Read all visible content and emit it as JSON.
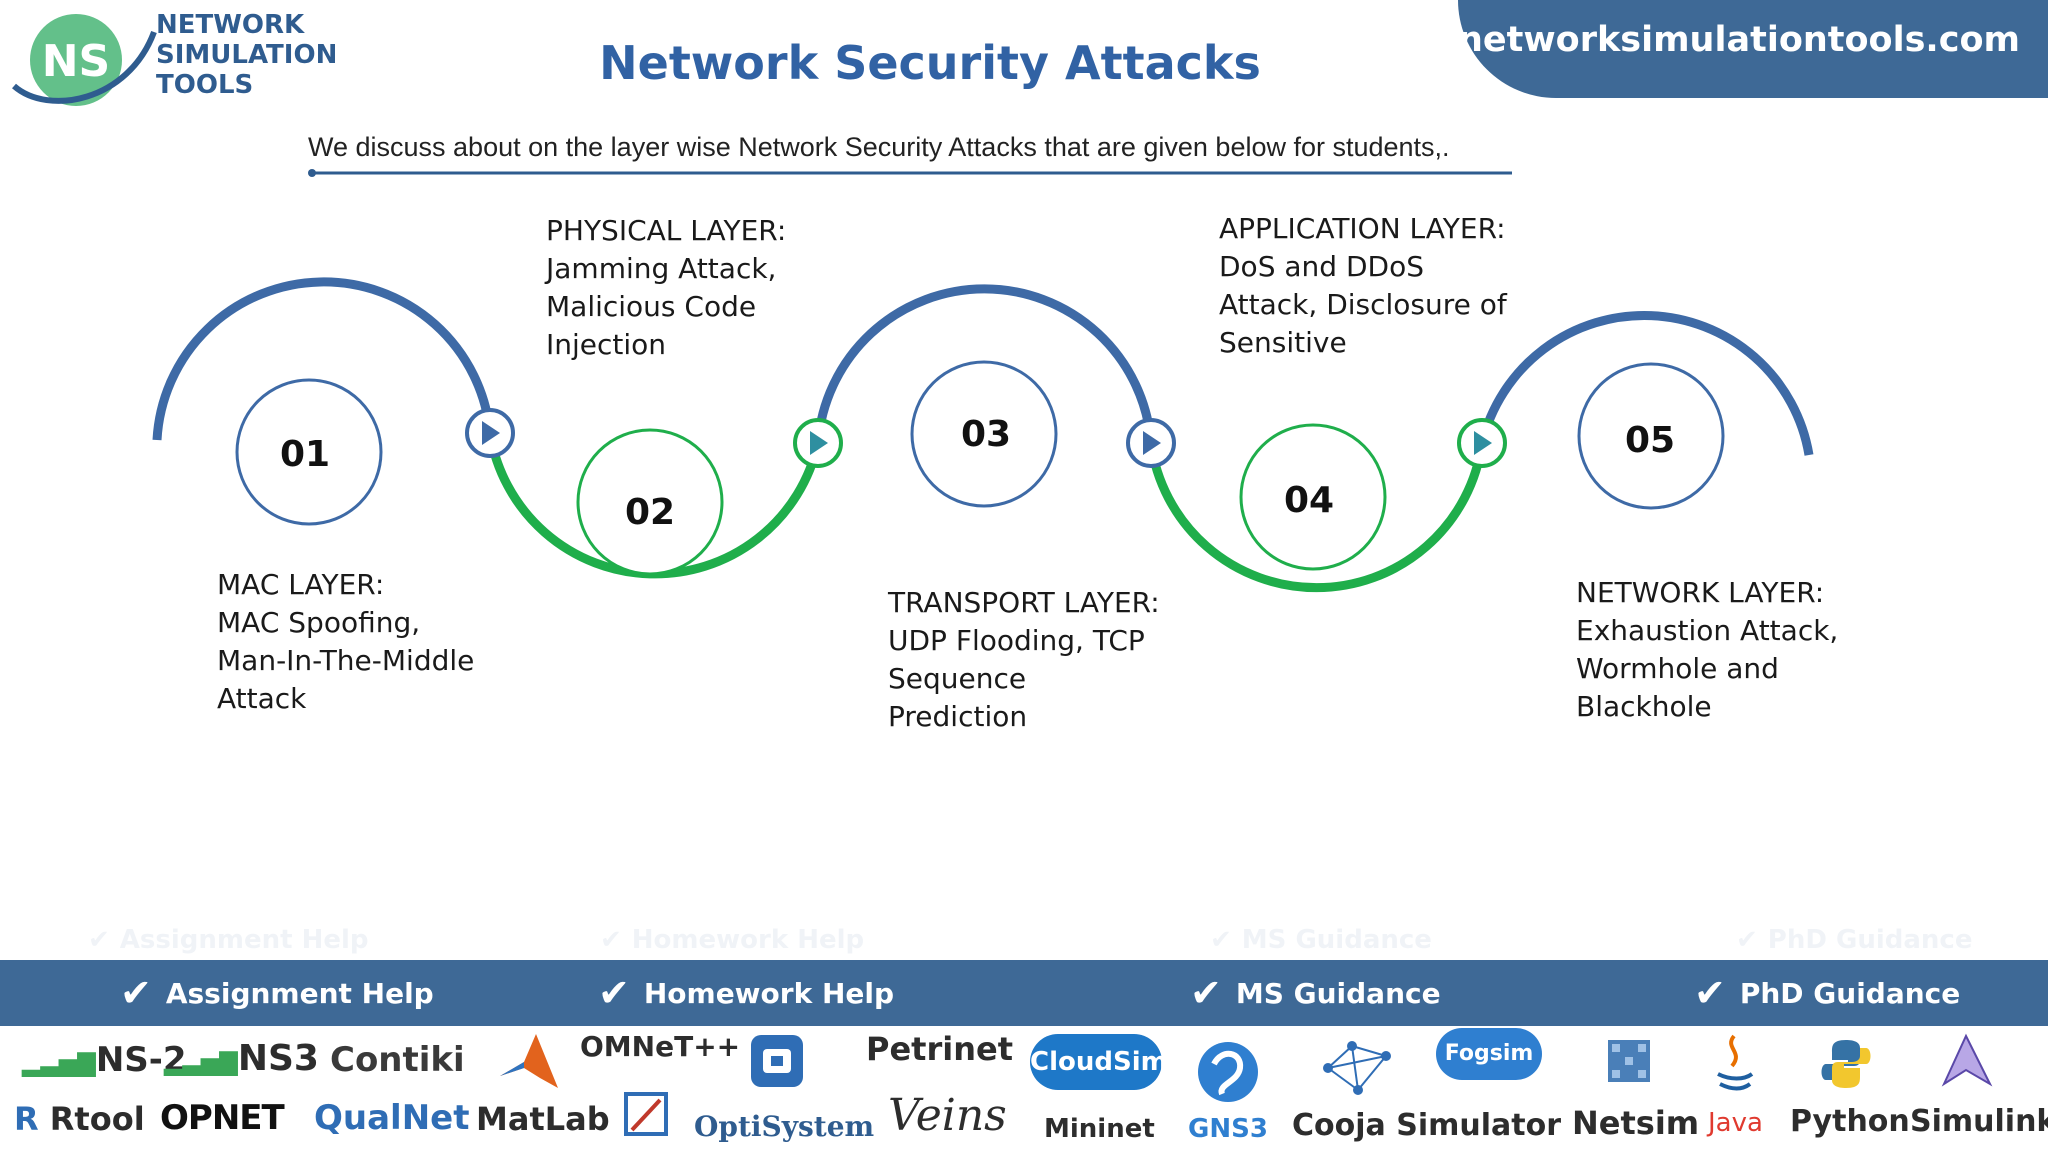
{
  "header": {
    "brand_lines": [
      "NETWORK",
      "SIMULATION",
      "TOOLS"
    ],
    "brand_monogram": "NS",
    "title": "Network Security Attacks",
    "website": "networksimulationtools.com"
  },
  "intro": "We discuss about on the layer wise Network Security Attacks that are given below for students,.",
  "steps": [
    {
      "number": "01",
      "lines": [
        "MAC LAYER:",
        "MAC Spoofing,",
        "Man-In-The-Middle",
        "Attack"
      ],
      "color": "#3e6aa6"
    },
    {
      "number": "02",
      "lines": [
        "PHYSICAL LAYER:",
        "Jamming Attack,",
        "Malicious Code",
        "Injection"
      ],
      "color": "#1fae4b"
    },
    {
      "number": "03",
      "lines": [
        "TRANSPORT LAYER:",
        "UDP Flooding, TCP",
        "Sequence",
        "Prediction"
      ],
      "color": "#3e6aa6"
    },
    {
      "number": "04",
      "lines": [
        "APPLICATION LAYER:",
        "DoS and DDoS",
        "Attack, Disclosure of",
        "Sensitive"
      ],
      "color": "#1fae4b"
    },
    {
      "number": "05",
      "lines": [
        "NETWORK LAYER:",
        "Exhaustion Attack,",
        "Wormhole and",
        "Blackhole"
      ],
      "color": "#3e6aa6"
    }
  ],
  "banner": {
    "items": [
      "Assignment Help",
      "Homework Help",
      "MS  Guidance",
      "PhD  Guidance"
    ]
  },
  "tools": {
    "row1": [
      "NS-2",
      "NS3",
      "Contiki",
      "OMNeT++",
      "Petrinet",
      "CloudSim",
      "Fogsim"
    ],
    "row2": [
      "Rtool",
      "OPNET",
      "QualNet",
      "MatLab",
      "OptiSystem",
      "Veins",
      "Mininet",
      "GNS3",
      "Cooja Simulator",
      "Netsim",
      "Java",
      "Python",
      "Simulink"
    ]
  },
  "colors": {
    "blue": "#3e6aa6",
    "green": "#1fae4b",
    "banner": "#3e6996",
    "title": "#3162a4"
  }
}
